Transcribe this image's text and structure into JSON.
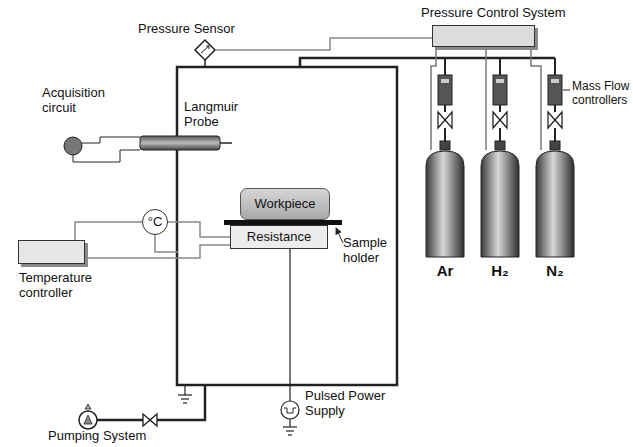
{
  "diagram": {
    "nodes": [
      {
        "text": [
          "Pressure Control System"
        ]
      },
      {
        "text": [
          "Temperature controller"
        ]
      },
      {
        "text": [
          "°C"
        ]
      },
      {
        "text": [
          "Workpiece"
        ]
      },
      {
        "text": [
          "Resistance"
        ]
      },
      {
        "text": [
          "Ar"
        ]
      },
      {
        "text": [
          "H₂"
        ]
      },
      {
        "text": [
          "N₂"
        ]
      }
    ],
    "edges": [
      {
        "from": 0,
        "to": 5,
        "arrow": "none"
      },
      {
        "from": 0,
        "to": 6,
        "arrow": "none"
      },
      {
        "from": 0,
        "to": 7,
        "arrow": "none"
      },
      {
        "from": 1,
        "to": 2,
        "arrow": "none"
      },
      {
        "from": 2,
        "to": 4,
        "arrow": "none"
      }
    ],
    "labels": [
      "Pressure Sensor",
      "Mass Flow controllers",
      "Acquisition circuit",
      "Langmuir Probe",
      "Sample holder",
      "Pulsed Power Supply",
      "Pumping System"
    ]
  }
}
